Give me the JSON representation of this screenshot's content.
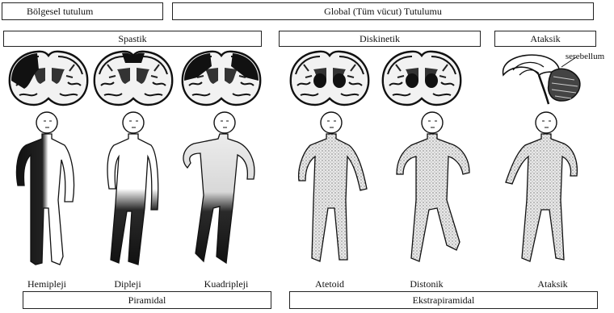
{
  "header": {
    "regional": "Bölgesel tutulum",
    "global": "Global (Tüm vücut) Tutulumu"
  },
  "categories": {
    "spastic": "Spastik",
    "dyskinetic": "Diskinetik",
    "ataxic": "Ataksik"
  },
  "brain_label": "serebellum",
  "figures": [
    {
      "label": "Hemipleji",
      "affected": "left-half"
    },
    {
      "label": "Dipleji",
      "affected": "legs"
    },
    {
      "label": "Kuadripleji",
      "affected": "all-limbs"
    },
    {
      "label": "Atetoid",
      "affected": "whole-body"
    },
    {
      "label": "Distonik",
      "affected": "whole-body"
    },
    {
      "label": "Ataksik",
      "affected": "whole-body"
    }
  ],
  "footer": {
    "pyramidal": "Piramidal",
    "extrapyramidal": "Ekstrapiramidal"
  }
}
